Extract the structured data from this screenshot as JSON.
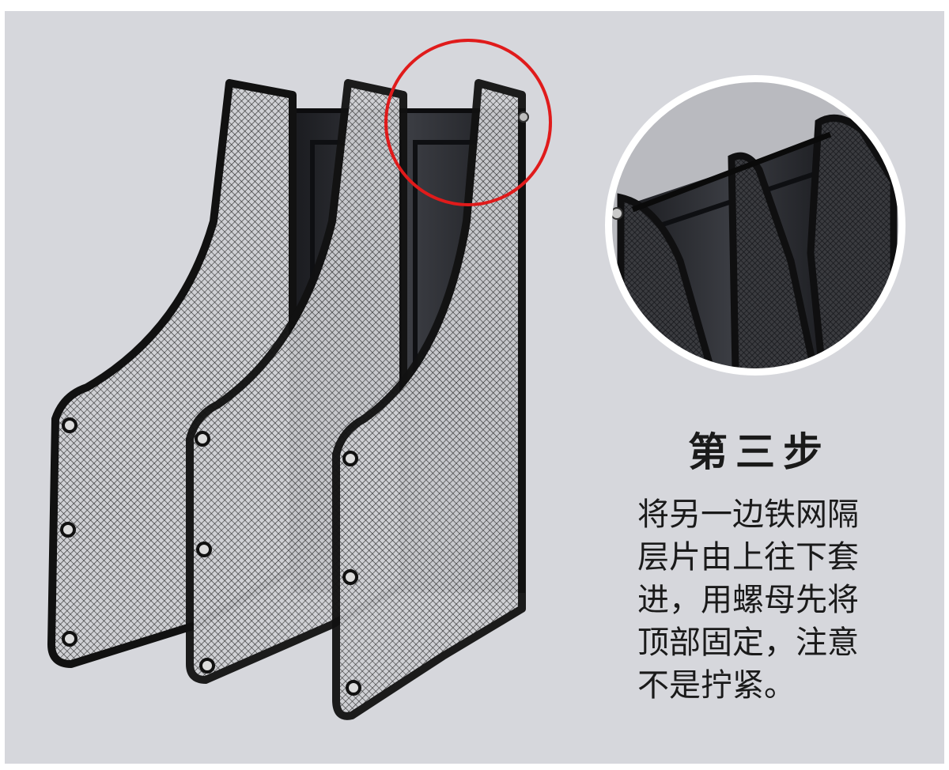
{
  "step": {
    "title": "第三步",
    "lines": [
      "将另一边铁网隔",
      "层片由上往下套",
      "进，用螺母先将",
      "顶部固定，注意",
      "不是拧紧。"
    ]
  },
  "colors": {
    "background": "#d6d7dc",
    "highlight_circle": "#e01b1b",
    "frame": "#111111",
    "mesh": "#2a2a2a"
  },
  "icons": {
    "highlight": "red-circle-highlight",
    "detail": "zoom-detail-circle"
  }
}
